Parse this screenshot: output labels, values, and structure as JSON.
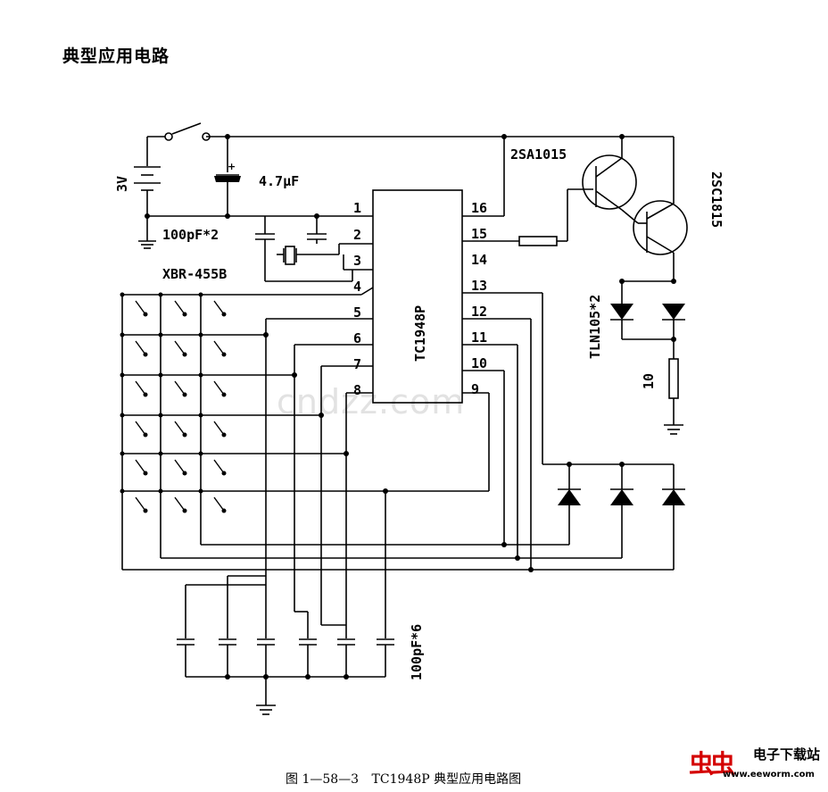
{
  "page": {
    "heading": "典型应用电路",
    "caption_fig": "图 1—58—3",
    "caption_text": "TC1948P 典型应用电路图"
  },
  "watermark": "cndzz.com",
  "logo": {
    "mark": "虫虫",
    "text": "电子下载站",
    "url": "www.eeworm.com"
  },
  "schematic": {
    "ic_name": "TC1948P",
    "pins_left": [
      "1",
      "2",
      "3",
      "4",
      "5",
      "6",
      "7",
      "8"
    ],
    "pins_right": [
      "16",
      "15",
      "14",
      "13",
      "12",
      "11",
      "10",
      "9"
    ],
    "battery": "3V",
    "capacitor_main": "4.7μF",
    "capacitor_pair": "100pF*2",
    "resonator": "XBR-455B",
    "transistor_pnp": "2SA1015",
    "transistor_npn": "2SC1815",
    "leds": "TLN105*2",
    "resistor": "10",
    "capacitor_bank": "100pF*6"
  }
}
